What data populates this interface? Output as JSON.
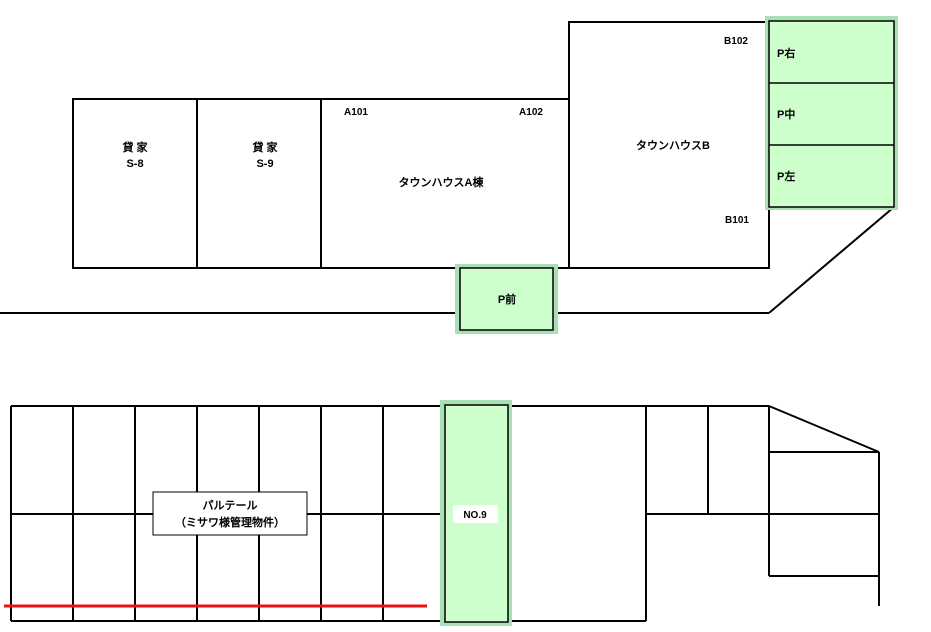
{
  "colors": {
    "line": "#000000",
    "parking_fill": "#ccffcc",
    "parking_glow": "#a8dfb4",
    "red_line": "#ee1111",
    "label_bg": "#ffffff"
  },
  "upper": {
    "kashiya_s8": {
      "line1": "貸 家",
      "line2": "S-8"
    },
    "kashiya_s9": {
      "line1": "貸 家",
      "line2": "S-9"
    },
    "townhouse_a": {
      "name": "タウンハウスA棟",
      "unit_left": "A101",
      "unit_right": "A102"
    },
    "townhouse_b": {
      "name": "タウンハウスB",
      "unit_top": "B102",
      "unit_bottom": "B101"
    },
    "parking": {
      "right": "P右",
      "middle": "P中",
      "left": "P左",
      "front": "P前"
    }
  },
  "lower": {
    "paltel": {
      "line1": "パルテール",
      "line2": "（ミサワ様管理物件）"
    },
    "no9": "NO.9"
  }
}
